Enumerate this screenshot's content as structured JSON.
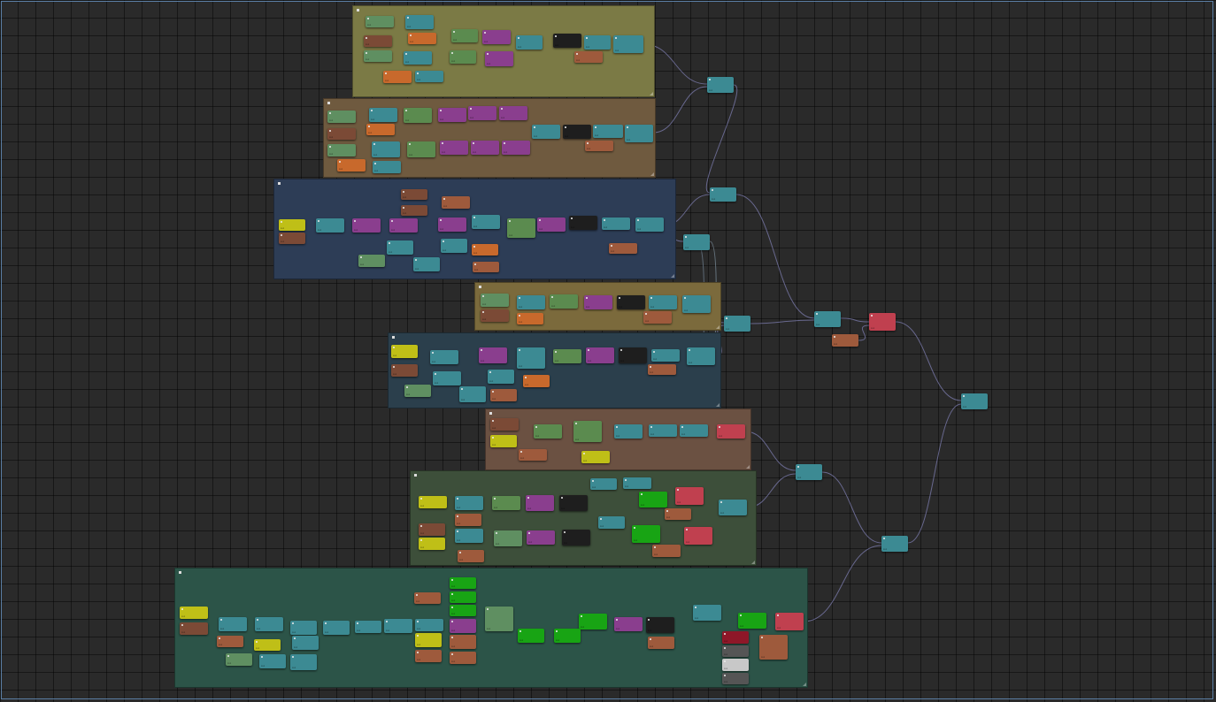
{
  "colors": {
    "teal": "#3c8a93",
    "green": "#5b8b4f",
    "olive": "#5f8f61",
    "brown": "#7b4a36",
    "orange": "#c8692c",
    "purple": "#8a3e8e",
    "black": "#1e1e1e",
    "yellow": "#bfbf17",
    "lime": "#18a414",
    "red": "#c0404f",
    "rust": "#9e5a3c",
    "white": "#c8c8c8",
    "gray": "#555555",
    "maroon": "#8e1728"
  },
  "groups": [
    {
      "name": "group-1",
      "title": "",
      "color": "#7b7a45"
    },
    {
      "name": "group-2",
      "title": "",
      "color": "#6f5a3f"
    },
    {
      "name": "group-3",
      "title": "",
      "color": "#2d3d56"
    },
    {
      "name": "group-4",
      "title": "",
      "color": "#7b6a3c"
    },
    {
      "name": "group-5",
      "title": "",
      "color": "#2b3f4c"
    },
    {
      "name": "group-6",
      "title": "",
      "color": "#6b5142"
    },
    {
      "name": "group-7",
      "title": "",
      "color": "#3d4f3a"
    },
    {
      "name": "group-8",
      "title": "",
      "color": "#2c5448"
    }
  ],
  "node_label": "",
  "node_sub": "",
  "port_glyphs": "oo"
}
